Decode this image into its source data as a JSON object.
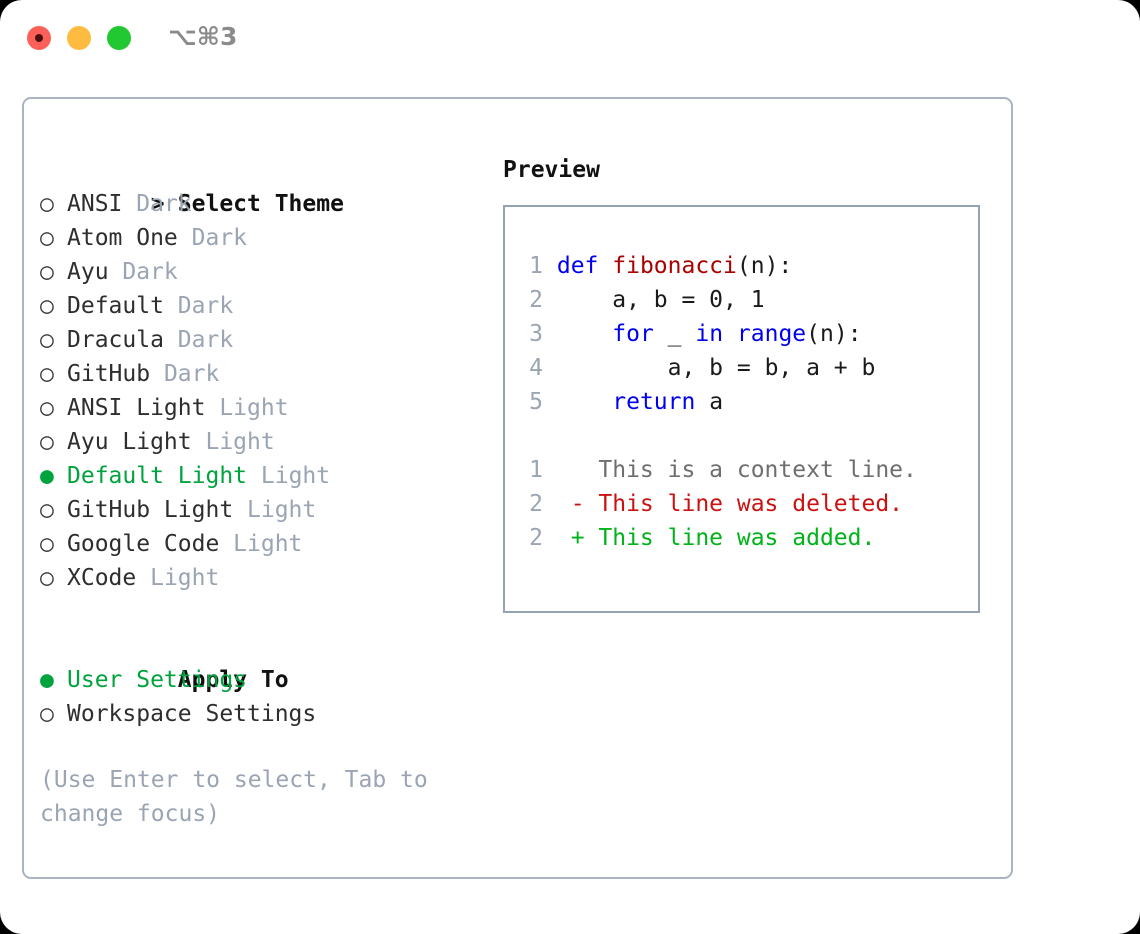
{
  "window": {
    "title": "⌥⌘3",
    "traffic_lights": [
      {
        "name": "close",
        "color": "#fc6058"
      },
      {
        "name": "minimize",
        "color": "#fdbc40"
      },
      {
        "name": "maximize",
        "color": "#21c831"
      }
    ]
  },
  "colors": {
    "accent_green": "#00a33e",
    "muted": "#9aa4b2",
    "panel_border": "#aab4c0",
    "preview_border": "#95a2b3",
    "keyword_blue": "#0000ee",
    "function_red": "#aa0000",
    "diff_delete": "#cc1111",
    "diff_add": "#00b318"
  },
  "theme_section": {
    "header_prefix": "> ",
    "header": "Select Theme",
    "marker_selected": "●",
    "marker_unselected": "○",
    "items": [
      {
        "name": "ANSI",
        "kind": "Dark",
        "selected": false
      },
      {
        "name": "Atom One",
        "kind": "Dark",
        "selected": false
      },
      {
        "name": "Ayu",
        "kind": "Dark",
        "selected": false
      },
      {
        "name": "Default",
        "kind": "Dark",
        "selected": false
      },
      {
        "name": "Dracula",
        "kind": "Dark",
        "selected": false
      },
      {
        "name": "GitHub",
        "kind": "Dark",
        "selected": false
      },
      {
        "name": "ANSI Light",
        "kind": "Light",
        "selected": false
      },
      {
        "name": "Ayu Light",
        "kind": "Light",
        "selected": false
      },
      {
        "name": "Default Light",
        "kind": "Light",
        "selected": true
      },
      {
        "name": "GitHub Light",
        "kind": "Light",
        "selected": false
      },
      {
        "name": "Google Code",
        "kind": "Light",
        "selected": false
      },
      {
        "name": "XCode",
        "kind": "Light",
        "selected": false
      }
    ]
  },
  "apply_section": {
    "header": "Apply To",
    "items": [
      {
        "name": "User Settings",
        "selected": true
      },
      {
        "name": "Workspace Settings",
        "selected": false
      }
    ]
  },
  "hint": "(Use Enter to select, Tab to change focus)",
  "preview": {
    "title": "Preview",
    "code_lines": [
      {
        "lineno": "1",
        "tokens": [
          {
            "text": "def ",
            "style": "kw"
          },
          {
            "text": "fibonacci",
            "style": "fn"
          },
          {
            "text": "(n):",
            "style": "code-text"
          }
        ]
      },
      {
        "lineno": "2",
        "tokens": [
          {
            "text": "    a, b = 0, 1",
            "style": "code-text"
          }
        ]
      },
      {
        "lineno": "3",
        "tokens": [
          {
            "text": "    ",
            "style": "code-text"
          },
          {
            "text": "for",
            "style": "kw"
          },
          {
            "text": " _ ",
            "style": "code-text"
          },
          {
            "text": "in",
            "style": "kw"
          },
          {
            "text": " ",
            "style": "code-text"
          },
          {
            "text": "range",
            "style": "kw"
          },
          {
            "text": "(n):",
            "style": "code-text"
          }
        ]
      },
      {
        "lineno": "4",
        "tokens": [
          {
            "text": "        a, b = b, a + b",
            "style": "code-text"
          }
        ]
      },
      {
        "lineno": "5",
        "tokens": [
          {
            "text": "    ",
            "style": "code-text"
          },
          {
            "text": "return",
            "style": "kw"
          },
          {
            "text": " a",
            "style": "code-text"
          }
        ]
      }
    ],
    "diff_lines": [
      {
        "lineno": "1",
        "marker": "  ",
        "text": "This is a context line.",
        "style": "ctx"
      },
      {
        "lineno": "2",
        "marker": "- ",
        "text": "This line was deleted.",
        "style": "del"
      },
      {
        "lineno": "2",
        "marker": "+ ",
        "text": "This line was added.",
        "style": "add"
      }
    ]
  }
}
